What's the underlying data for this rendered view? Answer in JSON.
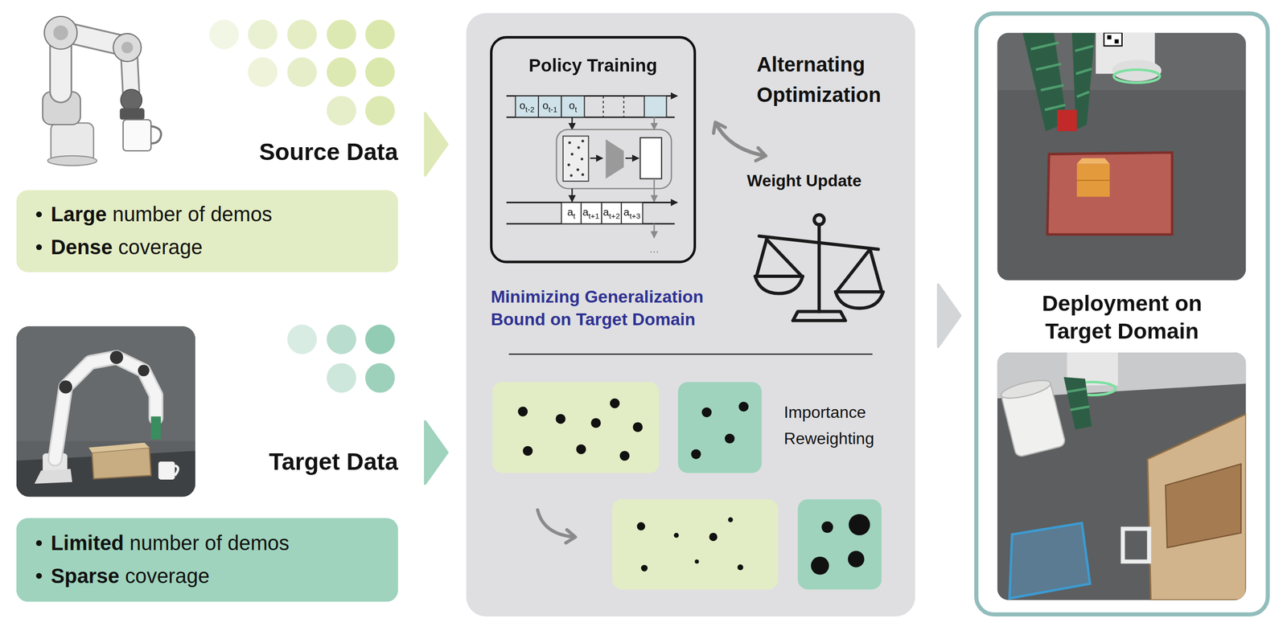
{
  "diagram": {
    "nodes": [
      {
        "text": [
          "Large number of demos",
          "Dense coverage"
        ]
      },
      {
        "text": [
          "Limited number of demos",
          "Sparse coverage"
        ]
      },
      {
        "text": [
          "Alternating Optimization",
          "Weight Update",
          "Minimizing Generalization Bound on Target Domain",
          "Importance Reweighting"
        ]
      },
      {
        "text": [
          "Policy Training"
        ],
        "in": 2
      },
      {
        "text": [
          "Deployment on Target Domain"
        ]
      }
    ],
    "edges": [
      {
        "from": 0,
        "to": 2,
        "arrow": "to"
      },
      {
        "from": 1,
        "to": 2,
        "arrow": "to"
      },
      {
        "from": 2,
        "to": 4,
        "arrow": "to"
      }
    ],
    "labels": [
      "Source Data",
      "Target Data",
      "ot-2",
      "ot-1",
      "ot",
      "at",
      "at+1",
      "at+2",
      "at+3",
      "..."
    ]
  }
}
